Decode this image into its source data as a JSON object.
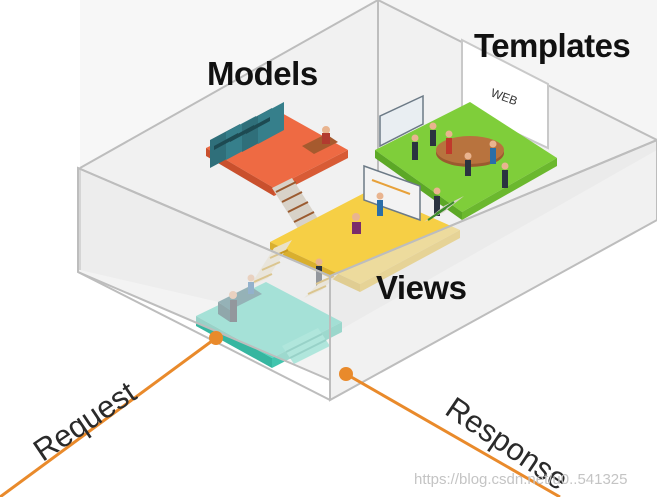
{
  "labels": {
    "models": "Models",
    "templates": "Templates",
    "views": "Views",
    "request": "Request",
    "response": "Response",
    "screen_text": "WEB"
  },
  "watermark": "https://blog.csdn.net/u0..541325",
  "colors": {
    "wall_outline": "#bdbdbd",
    "wall_fill": "#f4f4f4",
    "models_floor": "#ee6a43",
    "templates_floor": "#7fce3a",
    "views_floor": "#f6cf45",
    "entry_floor": "#52d8c0",
    "arrow": "#e98a2b",
    "shelves": "#2f6f7a"
  },
  "icons": [
    "bookshelf-icon",
    "person-icon",
    "whiteboard-icon",
    "meeting-table-icon",
    "web-screen-icon",
    "staircase-icon",
    "desk-icon"
  ]
}
